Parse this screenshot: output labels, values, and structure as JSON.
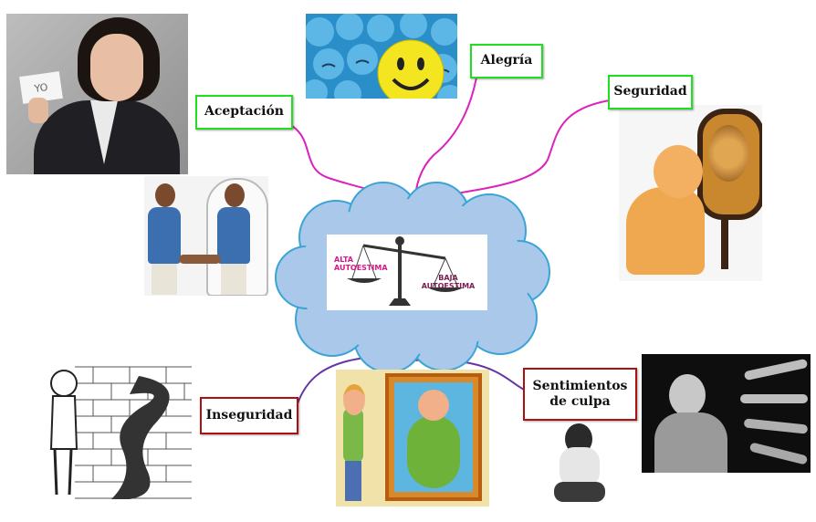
{
  "center": {
    "high_label": "ALTA AUTOESTIMA",
    "low_label": "BAJA AUTOESTIMA"
  },
  "nodes": {
    "aceptacion": "Aceptación",
    "alegria": "Alegría",
    "seguridad": "Seguridad",
    "inseguridad": "Inseguridad",
    "culpa_line1": "Sentimientos",
    "culpa_line2": "de culpa"
  },
  "photos": {
    "woman": {
      "card_text": "YO"
    }
  },
  "colors": {
    "positive_connector": "#dd22bb",
    "negative_connector": "#6633aa",
    "positive_border": "#22dd22",
    "negative_border": "#aa1111",
    "cloud_fill": "#a9c8ea",
    "cloud_stroke": "#3aa4d6",
    "high_text": "#d21a8a",
    "low_text": "#7a2050"
  }
}
